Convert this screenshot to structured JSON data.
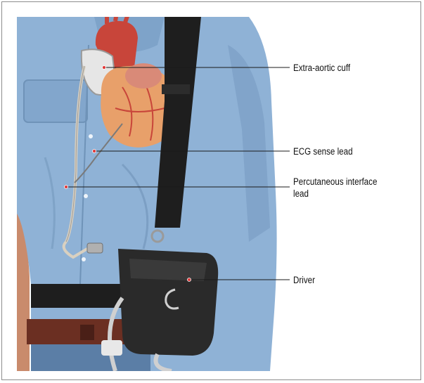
{
  "labels": {
    "cuff": "Extra-aortic cuff",
    "ecg": "ECG sense lead",
    "percutaneous_line1": "Percutaneous interface",
    "percutaneous_line2": "lead",
    "driver": "Driver"
  },
  "colors": {
    "shirt": "#8fb2d6",
    "shirt_shadow": "#6f93b8",
    "heart": "#e8a06a",
    "aorta": "#c8453a",
    "strap": "#1e1e1e",
    "belt": "#6b2f22",
    "leader_dot": "#e23b3b",
    "frame": "#8c8c8c"
  }
}
